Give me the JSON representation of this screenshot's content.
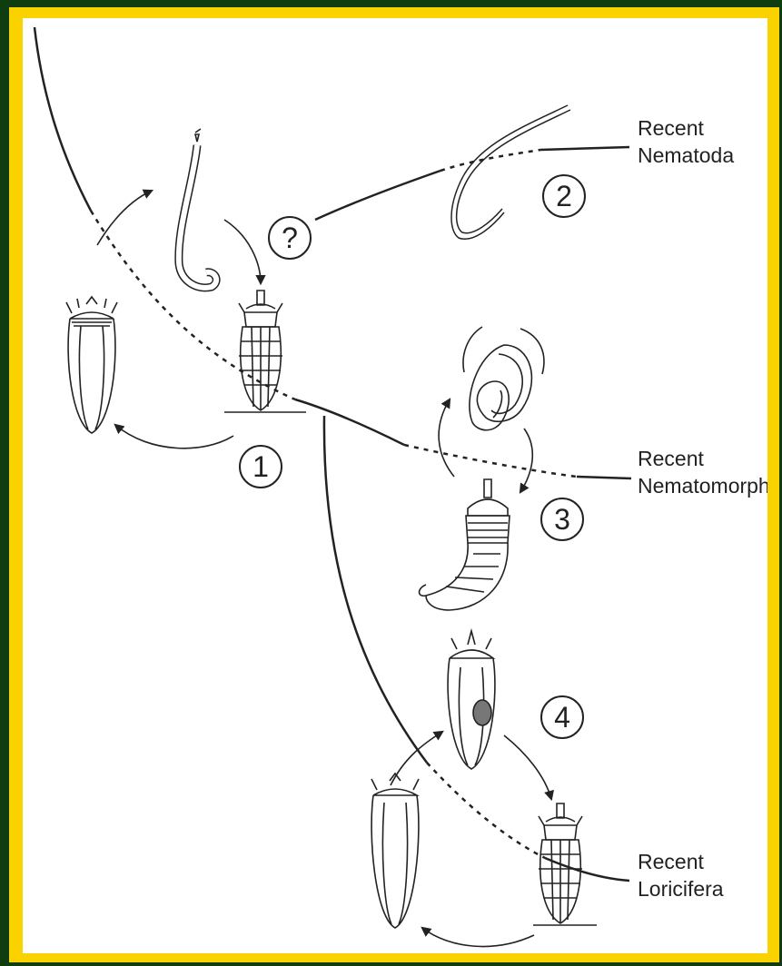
{
  "labels": {
    "nematoda": {
      "line1": "Recent",
      "line2": "Nematoda"
    },
    "nematomorpha": {
      "line1": "Recent",
      "line2": "Nematomorpha"
    },
    "loricifera": {
      "line1": "Recent",
      "line2": "Loricifera"
    }
  },
  "markers": {
    "stage1": "1",
    "stage2": "2",
    "stage3": "3",
    "stage4": "4",
    "unknown": "?"
  },
  "colors": {
    "background": "#0f3d0f",
    "border": "#f9d200",
    "panel": "#ffffff",
    "ink": "#222222"
  }
}
